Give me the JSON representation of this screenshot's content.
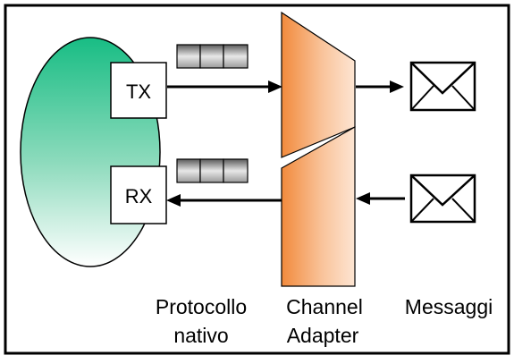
{
  "diagram": {
    "tx_label": "TX",
    "rx_label": "RX",
    "caption_protocol_line1": "Protocollo",
    "caption_protocol_line2": "nativo",
    "caption_adapter_line1": "Channel",
    "caption_adapter_line2": "Adapter",
    "caption_messages": "Messaggi"
  },
  "colors": {
    "ellipse_top": "#1dbf86",
    "ellipse_bottom": "#ffffff",
    "adapter_light": "#fde1cc",
    "adapter_dark": "#f28a3c",
    "border": "#000000"
  },
  "icons": {
    "queue": "queue-icon",
    "envelope": "envelope-icon"
  }
}
